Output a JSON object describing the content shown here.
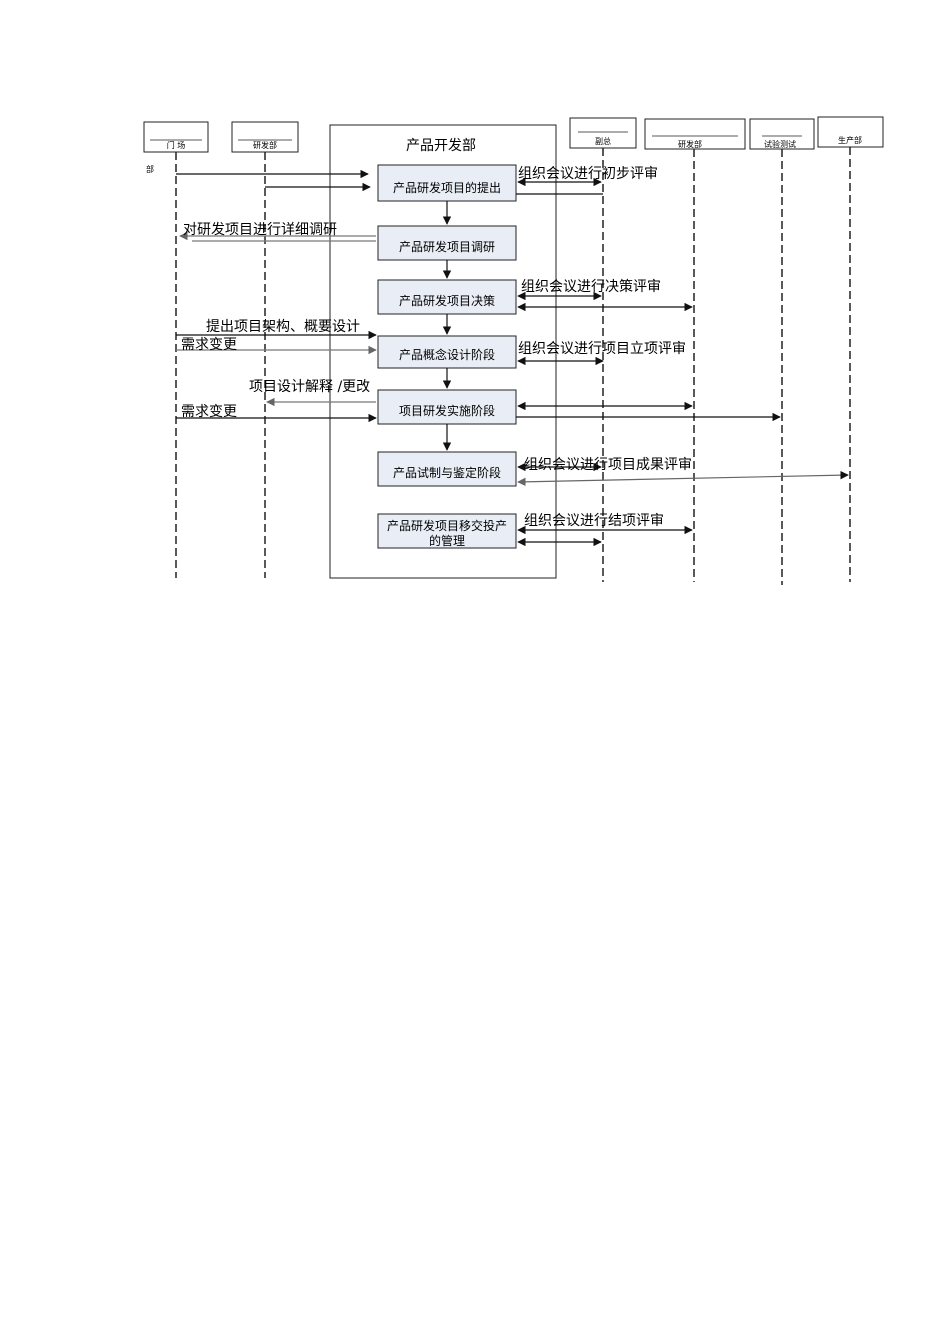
{
  "lanes": {
    "market": "门  场",
    "market_sub": "部",
    "rnd": "研发部",
    "vp": "副总",
    "rnd2": "研发部",
    "test": "试验测试",
    "production": "生产部"
  },
  "department": {
    "title": "产品开发部"
  },
  "steps": [
    {
      "id": "proposal",
      "text": "产品研发项目的提出"
    },
    {
      "id": "research",
      "text": "产品研发项目调研"
    },
    {
      "id": "decision",
      "text": "产品研发项目决策"
    },
    {
      "id": "concept",
      "text": "产品概念设计阶段"
    },
    {
      "id": "implementation",
      "text": "项目研发实施阶段"
    },
    {
      "id": "trial",
      "text": "产品试制与鉴定阶段"
    },
    {
      "id": "handover",
      "line1": "产品研发项目移交投产",
      "line2": "的管理"
    }
  ],
  "messages": {
    "initial_review": "组织会议进行初步评审",
    "detailed_research": "对研发项目进行详细调研",
    "decision_review": "组织会议进行决策评审",
    "architecture": "提出项目架构、概要设计",
    "requirement_change_1": "需求变更",
    "approval_review": "组织会议进行项目立项评审",
    "design_explain": "项目设计解释 /更改",
    "requirement_change_2": "需求变更",
    "result_review": "组织会议进行项目成果评审",
    "closing_review": "组织会议进行结项评审"
  }
}
